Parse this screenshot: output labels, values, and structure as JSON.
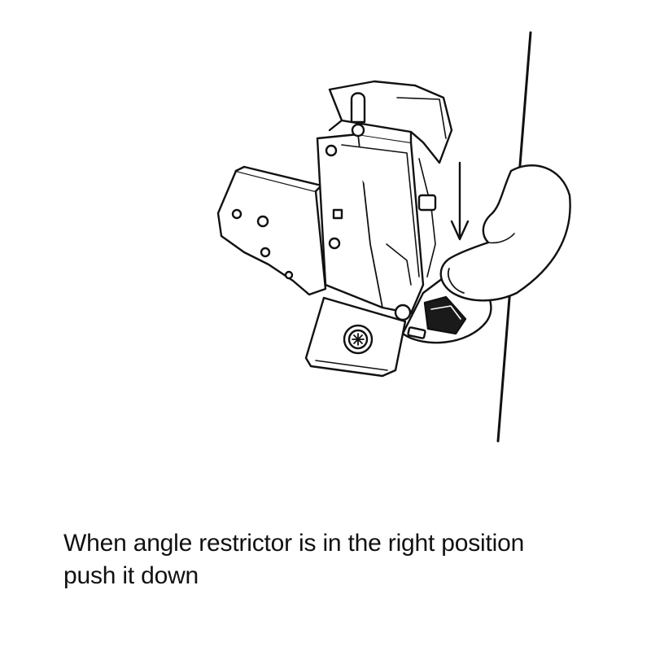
{
  "figure": {
    "parts": [
      "hinge-body",
      "hinge-cup",
      "mounting-plate",
      "angle-restrictor",
      "cabinet-side",
      "thumb",
      "down-arrow"
    ]
  },
  "caption": {
    "line1": "When angle restrictor is in the right position",
    "line2": "push it down"
  },
  "colors": {
    "line": "#111111",
    "fill": "#ffffff",
    "restrictor": "#1a1a1a"
  }
}
